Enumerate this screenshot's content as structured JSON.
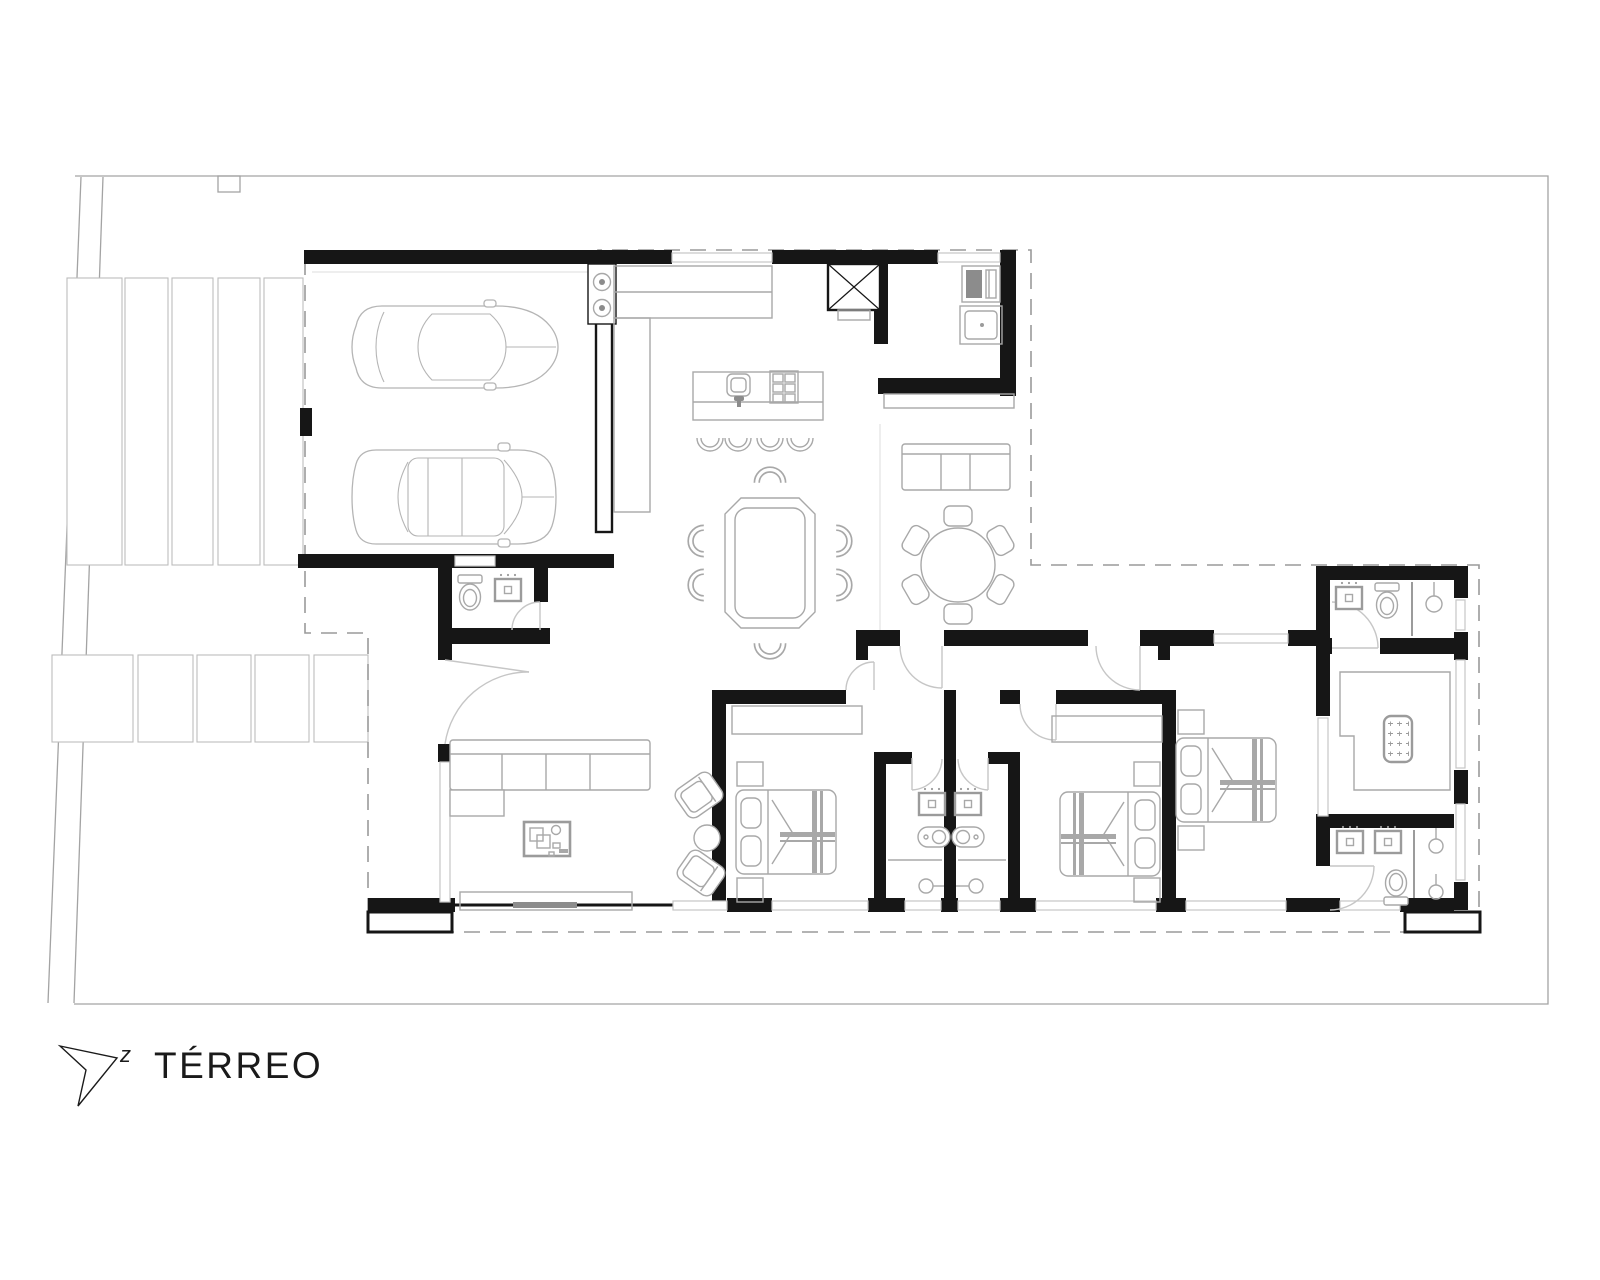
{
  "drawing": {
    "title": "TÉRREO",
    "north_label": "z"
  },
  "colors": {
    "background": "#ffffff",
    "wall": "#161616",
    "furniture": "#a8a8a8",
    "fixture": "#9b9b9b",
    "car": "#b5b5b5",
    "door": "#c6c6c6",
    "window": "#c6c6c6",
    "boundary": "#a3a3a3",
    "dashed": "#9a9a9a",
    "paving": "#bdbdbd",
    "appliance": "#8c8c8c",
    "text": "#1a1a1a"
  },
  "depicted_items": [
    "property-boundary",
    "driveway-paving-strips",
    "roof-overhang-dashed-outline",
    "garage-with-two-cars",
    "water-heaters",
    "kitchen-counter",
    "kitchen-island-with-sink-cooktop-stools",
    "pantry-laundry-with-washer-and-sink",
    "skylight-shaft",
    "dining-table-six-chairs",
    "round-table-six-chairs",
    "three-seat-sofa",
    "sectional-sofa",
    "coffee-table",
    "two-armchairs",
    "side-table",
    "tv-console",
    "powder-room-toilet-sink",
    "three-bedrooms-with-double-beds",
    "two-central-bathrooms",
    "suite-bathroom",
    "closet",
    "master-bathroom",
    "north-arrow"
  ]
}
